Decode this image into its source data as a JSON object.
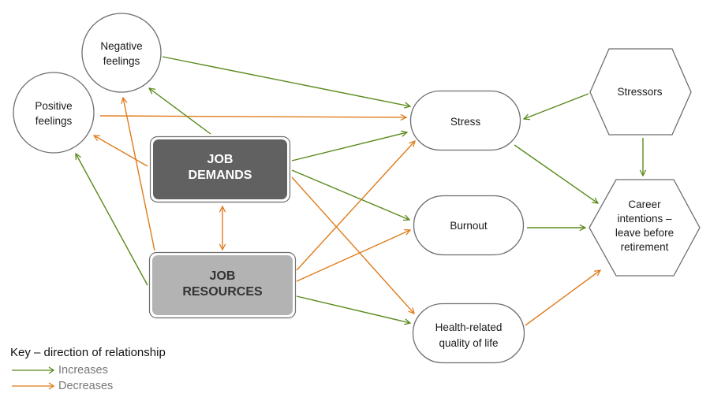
{
  "colors": {
    "increases": "#5a8a1c",
    "decreases": "#e07b1a",
    "node_stroke": "#6e6e6e",
    "job_demands_fill": "#616161",
    "job_resources_fill": "#b3b3b3"
  },
  "nodes": {
    "negative_feelings": [
      "Negative",
      "feelings"
    ],
    "positive_feelings": [
      "Positive",
      "feelings"
    ],
    "job_demands": [
      "JOB",
      "DEMANDS"
    ],
    "job_resources": [
      "JOB",
      "RESOURCES"
    ],
    "stress": [
      "Stress"
    ],
    "burnout": [
      "Burnout"
    ],
    "health": [
      "Health-related",
      "quality of life"
    ],
    "stressors": [
      "Stressors"
    ],
    "career": [
      "Career",
      "intentions –",
      "leave before",
      "retirement"
    ]
  },
  "edges": [
    {
      "from": "negative_feelings",
      "to": "stress",
      "relation": "increases"
    },
    {
      "from": "positive_feelings",
      "to": "stress",
      "relation": "decreases"
    },
    {
      "from": "job_demands",
      "to": "negative_feelings",
      "relation": "increases"
    },
    {
      "from": "job_demands",
      "to": "positive_feelings",
      "relation": "decreases"
    },
    {
      "from": "job_resources",
      "to": "negative_feelings",
      "relation": "decreases"
    },
    {
      "from": "job_resources",
      "to": "positive_feelings",
      "relation": "increases"
    },
    {
      "from": "job_demands",
      "to": "job_resources",
      "relation": "decreases",
      "bidirectional": true
    },
    {
      "from": "job_demands",
      "to": "stress",
      "relation": "increases"
    },
    {
      "from": "job_demands",
      "to": "burnout",
      "relation": "increases"
    },
    {
      "from": "job_demands",
      "to": "health",
      "relation": "decreases"
    },
    {
      "from": "job_resources",
      "to": "stress",
      "relation": "decreases"
    },
    {
      "from": "job_resources",
      "to": "burnout",
      "relation": "decreases"
    },
    {
      "from": "job_resources",
      "to": "health",
      "relation": "increases"
    },
    {
      "from": "stressors",
      "to": "stress",
      "relation": "increases"
    },
    {
      "from": "stressors",
      "to": "career",
      "relation": "increases"
    },
    {
      "from": "stress",
      "to": "career",
      "relation": "increases"
    },
    {
      "from": "burnout",
      "to": "career",
      "relation": "increases"
    },
    {
      "from": "health",
      "to": "career",
      "relation": "decreases"
    }
  ],
  "key": {
    "title": "Key – direction of relationship",
    "increases_label": "Increases",
    "decreases_label": "Decreases"
  }
}
